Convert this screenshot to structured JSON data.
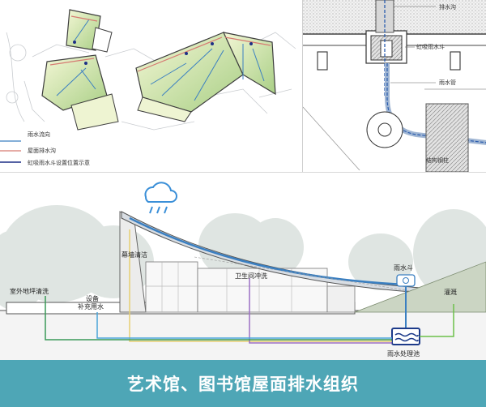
{
  "plan": {
    "legend": [
      {
        "label": "雨水流向",
        "color": "#3a7fc1"
      },
      {
        "label": "屋面排水沟",
        "color": "#d67a72"
      },
      {
        "label": "虹吸雨水斗设置位置示意",
        "color": "#1d2f86"
      }
    ]
  },
  "detail": {
    "labels": {
      "gutter": "排水沟",
      "siphon_drain": "虹吸雨水斗",
      "rain_pipe": "雨水管",
      "steel_column": "结构钢柱"
    }
  },
  "section": {
    "labels": {
      "curtain_wall": "幕墙清洁",
      "toilet": "卫生间冲洗",
      "rain_drain": "雨水斗",
      "outdoor": "室外地坪清洗",
      "equipment": "设备\n补充用水",
      "irrigation": "灌溉",
      "treatment_tank": "雨水处理池"
    },
    "colors": {
      "rain_flow": "#3a7fc1",
      "curtain_line": "#e6cf72",
      "toilet_line": "#9b6fc4",
      "outdoor_line": "#3a9a58",
      "equipment_line": "#4aa3d8",
      "irrigation_line": "#6cc04a"
    }
  },
  "title": "艺术馆、图书馆屋面排水组织",
  "colors": {
    "title_bar": "#4ea6b6",
    "title_text": "#ffffff"
  }
}
